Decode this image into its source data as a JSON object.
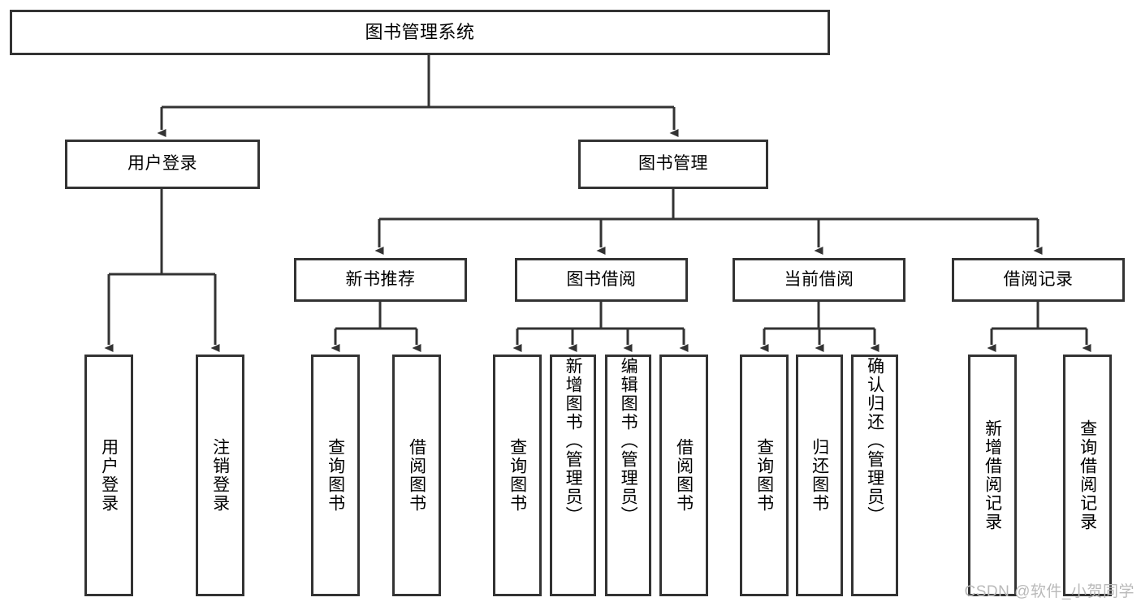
{
  "diagram": {
    "title": "图书管理系统",
    "root": {
      "label": "图书管理系统"
    },
    "level2": [
      {
        "label": "用户登录"
      },
      {
        "label": "图书管理"
      }
    ],
    "level3": [
      {
        "label": "新书推荐"
      },
      {
        "label": "图书借阅"
      },
      {
        "label": "当前借阅"
      },
      {
        "label": "借阅记录"
      }
    ],
    "leaves": {
      "user_login": [
        {
          "label": "用户登录"
        },
        {
          "label": "注销登录"
        }
      ],
      "new_book_recommend": [
        {
          "label": "查询图书"
        },
        {
          "label": "借阅图书"
        }
      ],
      "book_borrow": [
        {
          "label": "查询图书"
        },
        {
          "label": "新增图书（管理员）"
        },
        {
          "label": "编辑图书（管理员）"
        },
        {
          "label": "借阅图书"
        }
      ],
      "current_borrow": [
        {
          "label": "查询图书"
        },
        {
          "label": "归还图书"
        },
        {
          "label": "确认归还（管理员）"
        }
      ],
      "borrow_record": [
        {
          "label": "新增借阅记录"
        },
        {
          "label": "查询借阅记录"
        }
      ]
    }
  },
  "watermark": {
    "text": "CSDN @软件_小贺同学"
  },
  "colors": {
    "stroke": "#333333",
    "background": "#ffffff",
    "text": "#000000",
    "watermark": "#b9b9b9"
  }
}
